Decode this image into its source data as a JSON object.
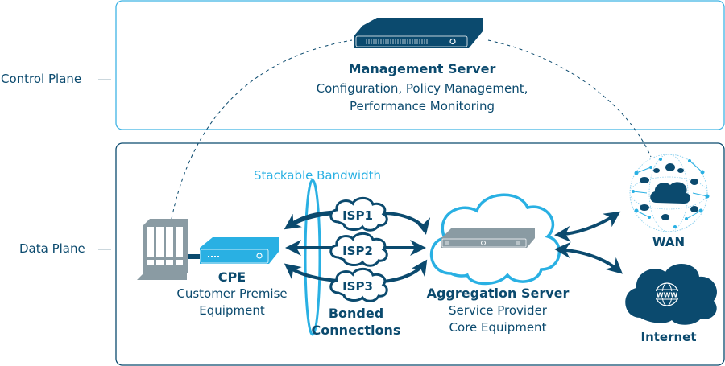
{
  "planes": {
    "control": {
      "label": "Control Plane"
    },
    "data": {
      "label": "Data Plane"
    }
  },
  "management_server": {
    "title": "Management Server",
    "line1": "Configuration, Policy Management,",
    "line2": "Performance Monitoring",
    "icon": "rack-server-icon"
  },
  "cpe": {
    "title": "CPE",
    "line1": "Customer Premise",
    "line2": "Equipment",
    "icon": "cpe-router-icon",
    "site_icon": "building-icon"
  },
  "bonding": {
    "stack_label": "Stackable Bandwidth",
    "title_line1": "Bonded",
    "title_line2": "Connections",
    "isps": [
      "ISP1",
      "ISP2",
      "ISP3"
    ]
  },
  "aggregation_server": {
    "title": "Aggregation Server",
    "line1": "Service Provider",
    "line2": "Core Equipment",
    "icon": "aggregation-server-icon"
  },
  "destinations": {
    "wan": {
      "label": "WAN",
      "icon": "wan-globe-icon"
    },
    "internet": {
      "label": "Internet",
      "icon": "www-cloud-icon",
      "glyph": "WWW"
    }
  },
  "colors": {
    "navy": "#0b4a6e",
    "cyan": "#29b0e3",
    "control_border": "#3fb3e4",
    "data_border": "#0b4a6e",
    "gray": "#8a9ba3"
  }
}
